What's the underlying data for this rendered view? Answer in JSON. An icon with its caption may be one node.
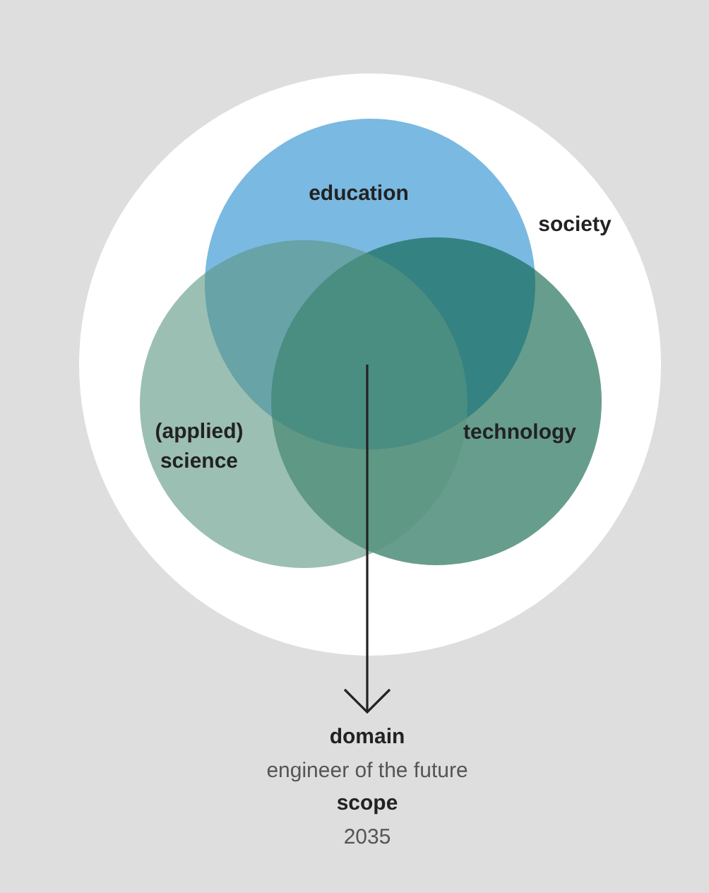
{
  "diagram": {
    "nodes": [
      {
        "text": [
          "society"
        ]
      },
      {
        "text": [
          "education"
        ],
        "in": 0
      },
      {
        "text": [
          "(applied) science"
        ],
        "in": 0
      },
      {
        "text": [
          "technology"
        ],
        "in": 0
      },
      {
        "text": [
          "domain",
          "engineer of the future",
          "scope",
          "2035"
        ]
      }
    ],
    "edges": [
      {
        "from": 1,
        "to": 4,
        "arrow": "to"
      },
      {
        "from": 2,
        "to": 4,
        "arrow": "to"
      },
      {
        "from": 3,
        "to": 4,
        "arrow": "to"
      }
    ]
  }
}
